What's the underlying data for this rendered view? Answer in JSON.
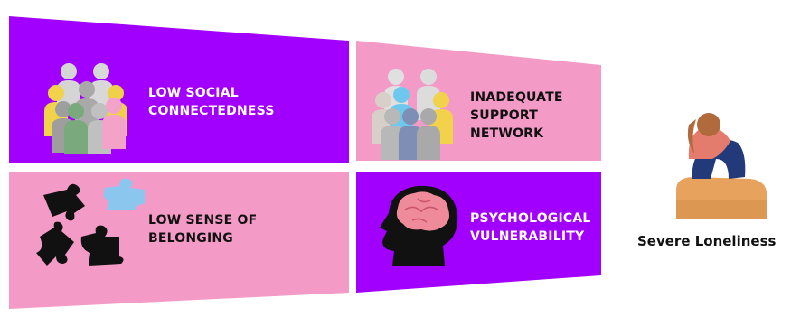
{
  "colors": {
    "purple": "#a100ff",
    "pink": "#f49ac7",
    "text_light": "#ffffff",
    "text_dark": "#111111"
  },
  "panels": [
    {
      "id": "top-left",
      "color": "purple",
      "icon": "people-group-icon",
      "lines": [
        "LOW SOCIAL",
        "CONNECTEDNESS"
      ]
    },
    {
      "id": "top-right",
      "color": "pink",
      "icon": "people-group-icon",
      "lines": [
        "INADEQUATE",
        "SUPPORT",
        "NETWORK"
      ]
    },
    {
      "id": "bottom-left",
      "color": "pink",
      "icon": "puzzle-pieces-icon",
      "lines": [
        "LOW SENSE OF",
        "BELONGING"
      ]
    },
    {
      "id": "bottom-right",
      "color": "purple",
      "icon": "head-brain-icon",
      "lines": [
        "PSYCHOLOGICAL",
        "VULNERABILITY"
      ]
    }
  ],
  "outcome": {
    "icon": "sad-person-sitting-icon",
    "label": "Severe Loneliness"
  }
}
